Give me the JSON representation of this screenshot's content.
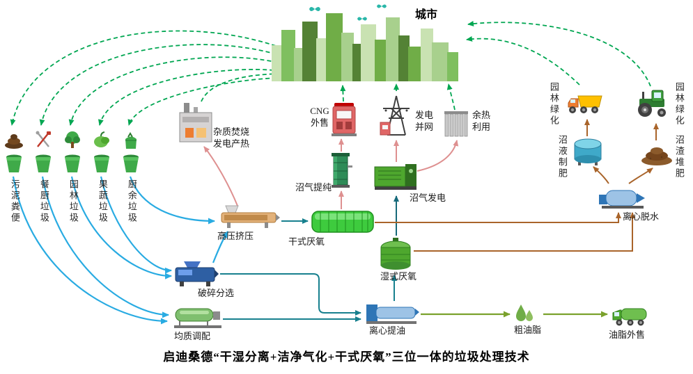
{
  "caption": "启迪桑德“干湿分离+洁净气化+干式厌氧”三位一体的垃圾处理技术",
  "city": {
    "label": "城市"
  },
  "inputs": [
    {
      "label": "污泥粪便"
    },
    {
      "label": "餐厨垃圾"
    },
    {
      "label": "园林垃圾"
    },
    {
      "label": "果蔬垃圾"
    },
    {
      "label": "厨余垃圾"
    }
  ],
  "process": {
    "incineration": "杂质焚烧\n发电产热",
    "cng_sale": "CNG\n外售",
    "grid_connection": "发电\n并网",
    "waste_heat": "余热\n利用",
    "biogas_purification": "沼气提纯",
    "biogas_power": "沼气发电",
    "high_pressure_press": "高压挤压",
    "dry_anaerobic": "干式厌氧",
    "wet_anaerobic": "湿式厌氧",
    "crushing_sorting": "破碎分选",
    "homogenization": "均质调配",
    "oil_extraction": "离心提油",
    "crude_grease": "粗油脂",
    "grease_sale": "油脂外售",
    "centrifugal_dewatering": "离心脱水",
    "slurry_fertilizer": "沼液制肥",
    "residue_compost": "沼渣堆肥",
    "greening_left": "园林绿化",
    "greening_right": "园林绿化"
  },
  "colors": {
    "city_flow_green": "#00a651",
    "input_flow_blue": "#29abe2",
    "process_teal": "#17808e",
    "wet_line_dark": "#16697a",
    "biogas_pink": "#de9090",
    "residue_brown": "#a9642a",
    "grease_olive": "#7aa12c"
  }
}
